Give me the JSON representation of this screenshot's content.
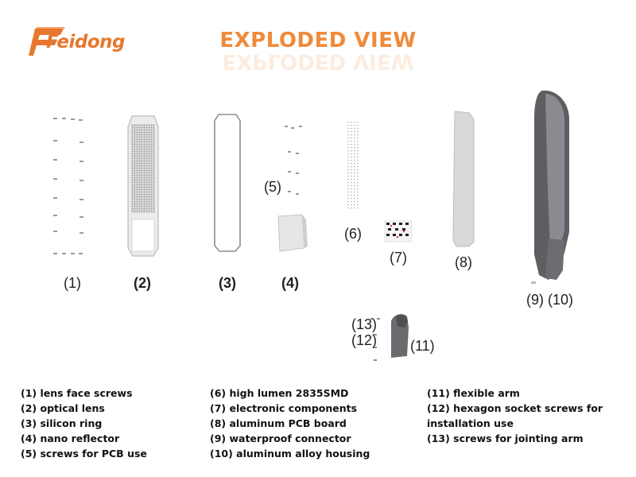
{
  "brand": {
    "logo_text": "Feidong",
    "accent": "#e8772e"
  },
  "title": "EXPLODED VIEW",
  "part_labels": {
    "p1": "(1)",
    "p2": "(2)",
    "p3": "(3)",
    "p4": "(4)",
    "p5": "(5)",
    "p6": "(6)",
    "p7": "(7)",
    "p8": "(8)",
    "p9_10": "(9) (10)",
    "p11": "(11)",
    "p12": "(12)",
    "p13": "(13)"
  },
  "legend": {
    "col1": [
      "(1) lens face screws",
      "(2) optical lens",
      "(3) silicon ring",
      "(4) nano reflector",
      "(5) screws for PCB use"
    ],
    "col2": [
      "(6) high lumen 2835SMD",
      "(7) electronic components",
      "(8) aluminum PCB board",
      "(9) waterproof connector",
      "(10) aluminum alloy housing"
    ],
    "col3": [
      "(11) flexible arm",
      "(12) hexagon socket screws for",
      "installation use",
      "(13) screws for jointing arm"
    ]
  }
}
